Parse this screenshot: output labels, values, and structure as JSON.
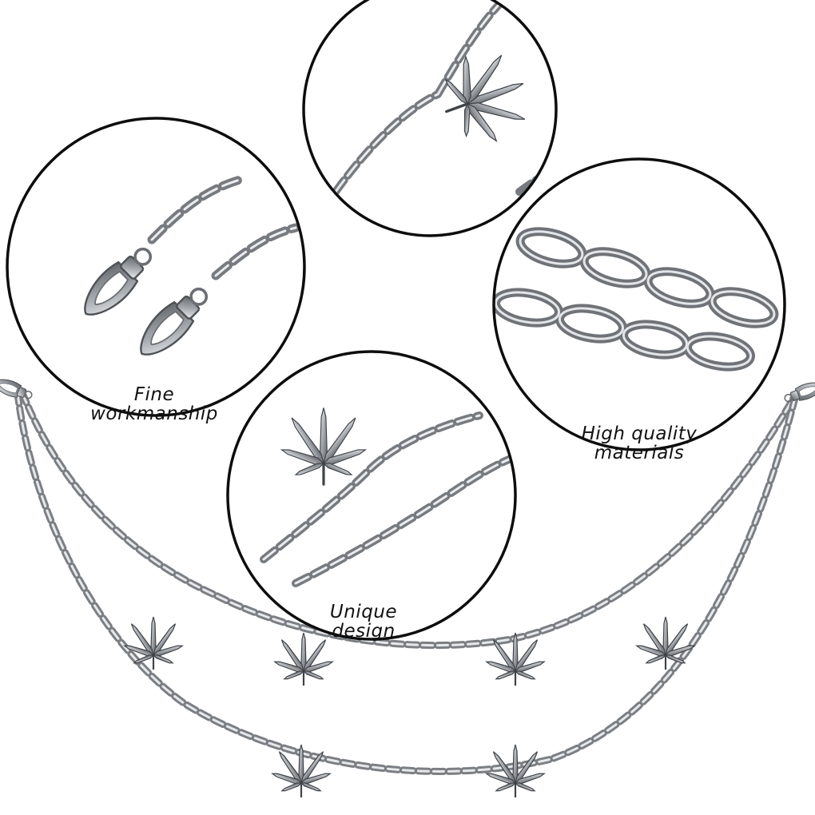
{
  "captions": {
    "fine": {
      "line1": "Fine",
      "line2": "workmanship"
    },
    "quality": {
      "line1": "High quality",
      "line2": "materials"
    },
    "unique": {
      "line1": "Unique",
      "line2": "design"
    }
  },
  "icons": {
    "leaf": "cannabis-leaf-icon",
    "clasp": "lobster-clasp-icon",
    "link": "chain-link-icon"
  },
  "colors": {
    "background": "#ffffff",
    "circle_border": "#0d0d0d",
    "silver": "#a9adb2",
    "silver_dark": "#5f6368",
    "silver_light": "#e7e9eb",
    "text": "#111111"
  }
}
